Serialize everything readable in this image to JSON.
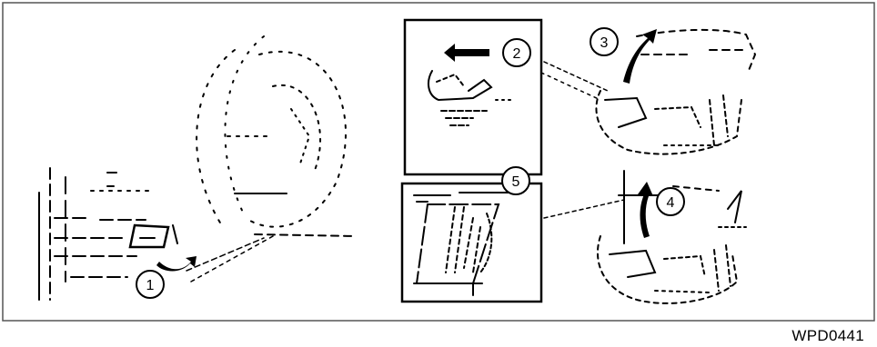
{
  "figure_code": "WPD0441",
  "callouts": [
    "1",
    "2",
    "3",
    "4",
    "5"
  ],
  "palette": {
    "ink": "#000000",
    "paper": "#ffffff",
    "frame": "#555555"
  }
}
